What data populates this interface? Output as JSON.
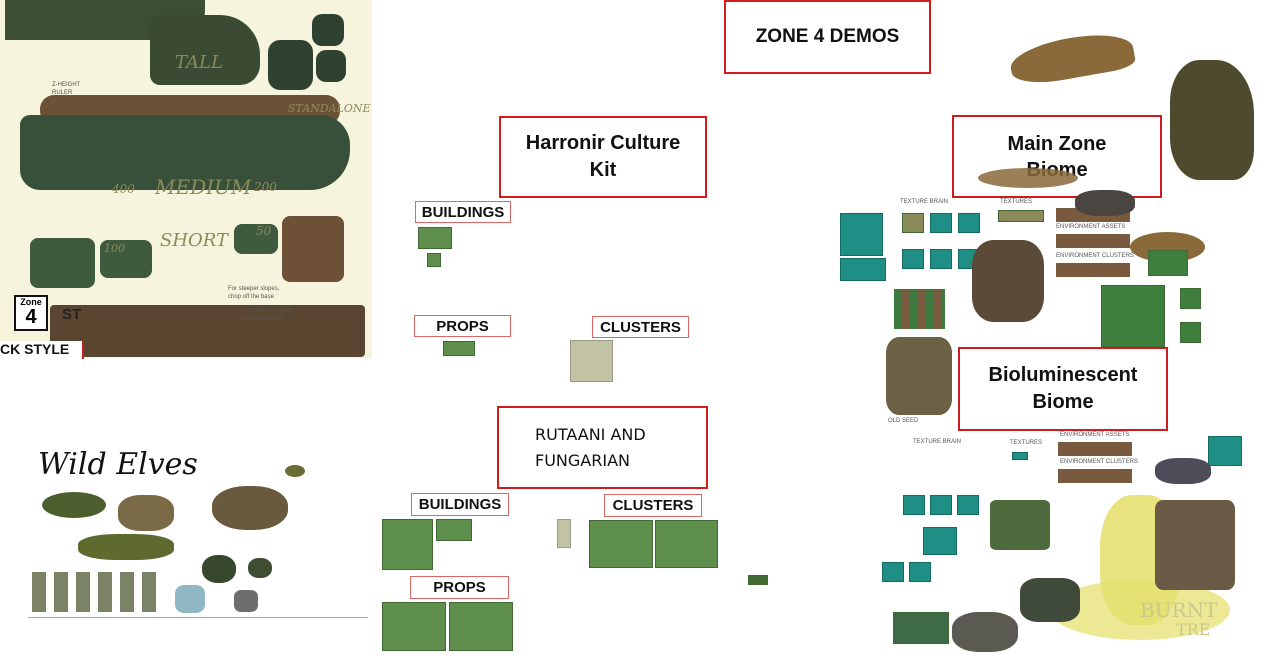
{
  "title": "ZONE 4 DEMOS",
  "sections": {
    "harronir": {
      "title_line1": "Harronir Culture",
      "title_line2": "Kit",
      "buildings": "BUILDINGS",
      "props": "PROPS",
      "clusters": "CLUSTERS"
    },
    "rutaani": {
      "title_line1": "RUTAANI AND",
      "title_line2": "FUNGARIAN",
      "buildings": "BUILDINGS",
      "clusters": "CLUSTERS",
      "props": "PROPS"
    },
    "main_zone": {
      "title_line1": "Main Zone",
      "title_line2": "Biome",
      "texture_brain": "TEXTURE BRAIN",
      "textures": "TEXTURES",
      "environment_assets": "ENVIRONMENT ASSETS",
      "environment_clusters": "ENVIRONMENT CLUSTERS",
      "old_seed": "OLD SEED"
    },
    "bioluminescent": {
      "title_line1": "Bioluminescent",
      "title_line2": "Biome",
      "texture_brain": "TEXTURE BRAIN",
      "textures": "TEXTURES",
      "environment_assets": "ENVIRONMENT ASSETS",
      "environment_clusters": "ENVIRONMENT CLUSTERS",
      "sketch_line1": "BURNT",
      "sketch_line2": "TRE"
    },
    "height_ruler": {
      "tall": "TALL",
      "standalone": "STANDALONE",
      "medium": "MEDIUM",
      "short": "SHORT",
      "num_400": "400",
      "num_200": "200",
      "num_100": "100",
      "num_50": "50",
      "ruler_line1": "Z-HEIGHT",
      "ruler_line2": "RULER",
      "note1_line1": "For steeper slopes,",
      "note1_line2": "chop off the base",
      "note2_line1": "Cut shorter heights,",
      "note2_line2": "chop off the top",
      "zone_word": "Zone",
      "zone_number": "4",
      "style_label": "CK STYLE",
      "partial": "ST"
    },
    "wild_elves": {
      "title": "Wild Elves"
    }
  },
  "colors": {
    "accent_red": "#d01c1c",
    "grass": "#5f8f4d",
    "teal": "#1f8f86",
    "dirt": "#7a5a3e",
    "sand": "#f3f1d8"
  }
}
